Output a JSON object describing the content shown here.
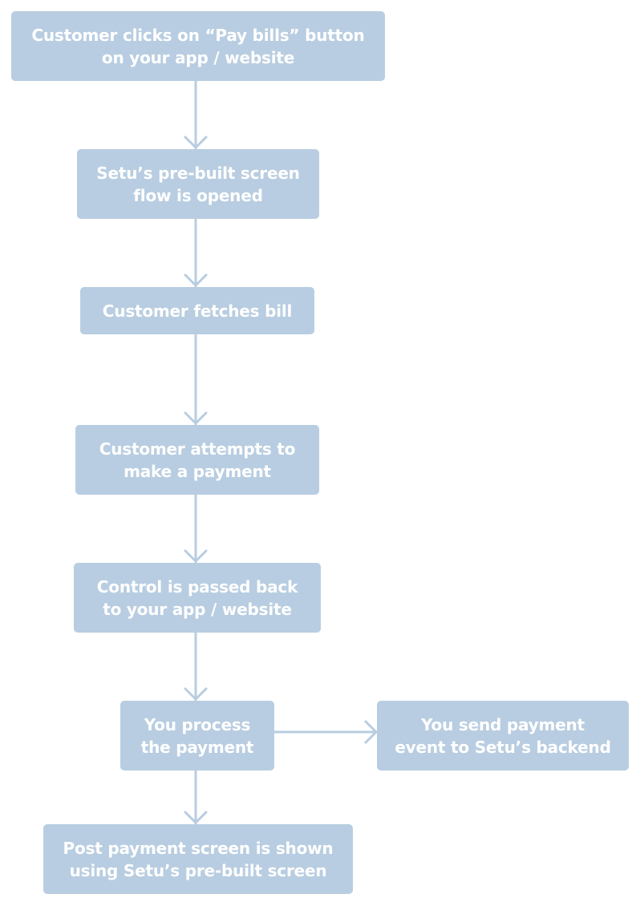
{
  "flow": {
    "step1": {
      "line1": "Customer clicks on “Pay bills” button",
      "line2": "on your app / website"
    },
    "step2": {
      "line1": "Setu’s pre-built screen",
      "line2": "flow is opened"
    },
    "step3": {
      "line1": "Customer fetches bill"
    },
    "step4": {
      "line1": "Customer attempts to",
      "line2": "make a payment"
    },
    "step5": {
      "line1": "Control is passed back",
      "line2": "to your app / website"
    },
    "step6": {
      "line1": "You process",
      "line2": "the payment"
    },
    "step6b": {
      "line1": "You send payment",
      "line2": "event to Setu’s backend"
    },
    "step7": {
      "line1": "Post payment screen is shown",
      "line2": "using Setu’s pre-built screen"
    }
  },
  "colors": {
    "box_fill": "#b8cde1",
    "text": "#ffffff",
    "connector": "#b8cde1"
  }
}
